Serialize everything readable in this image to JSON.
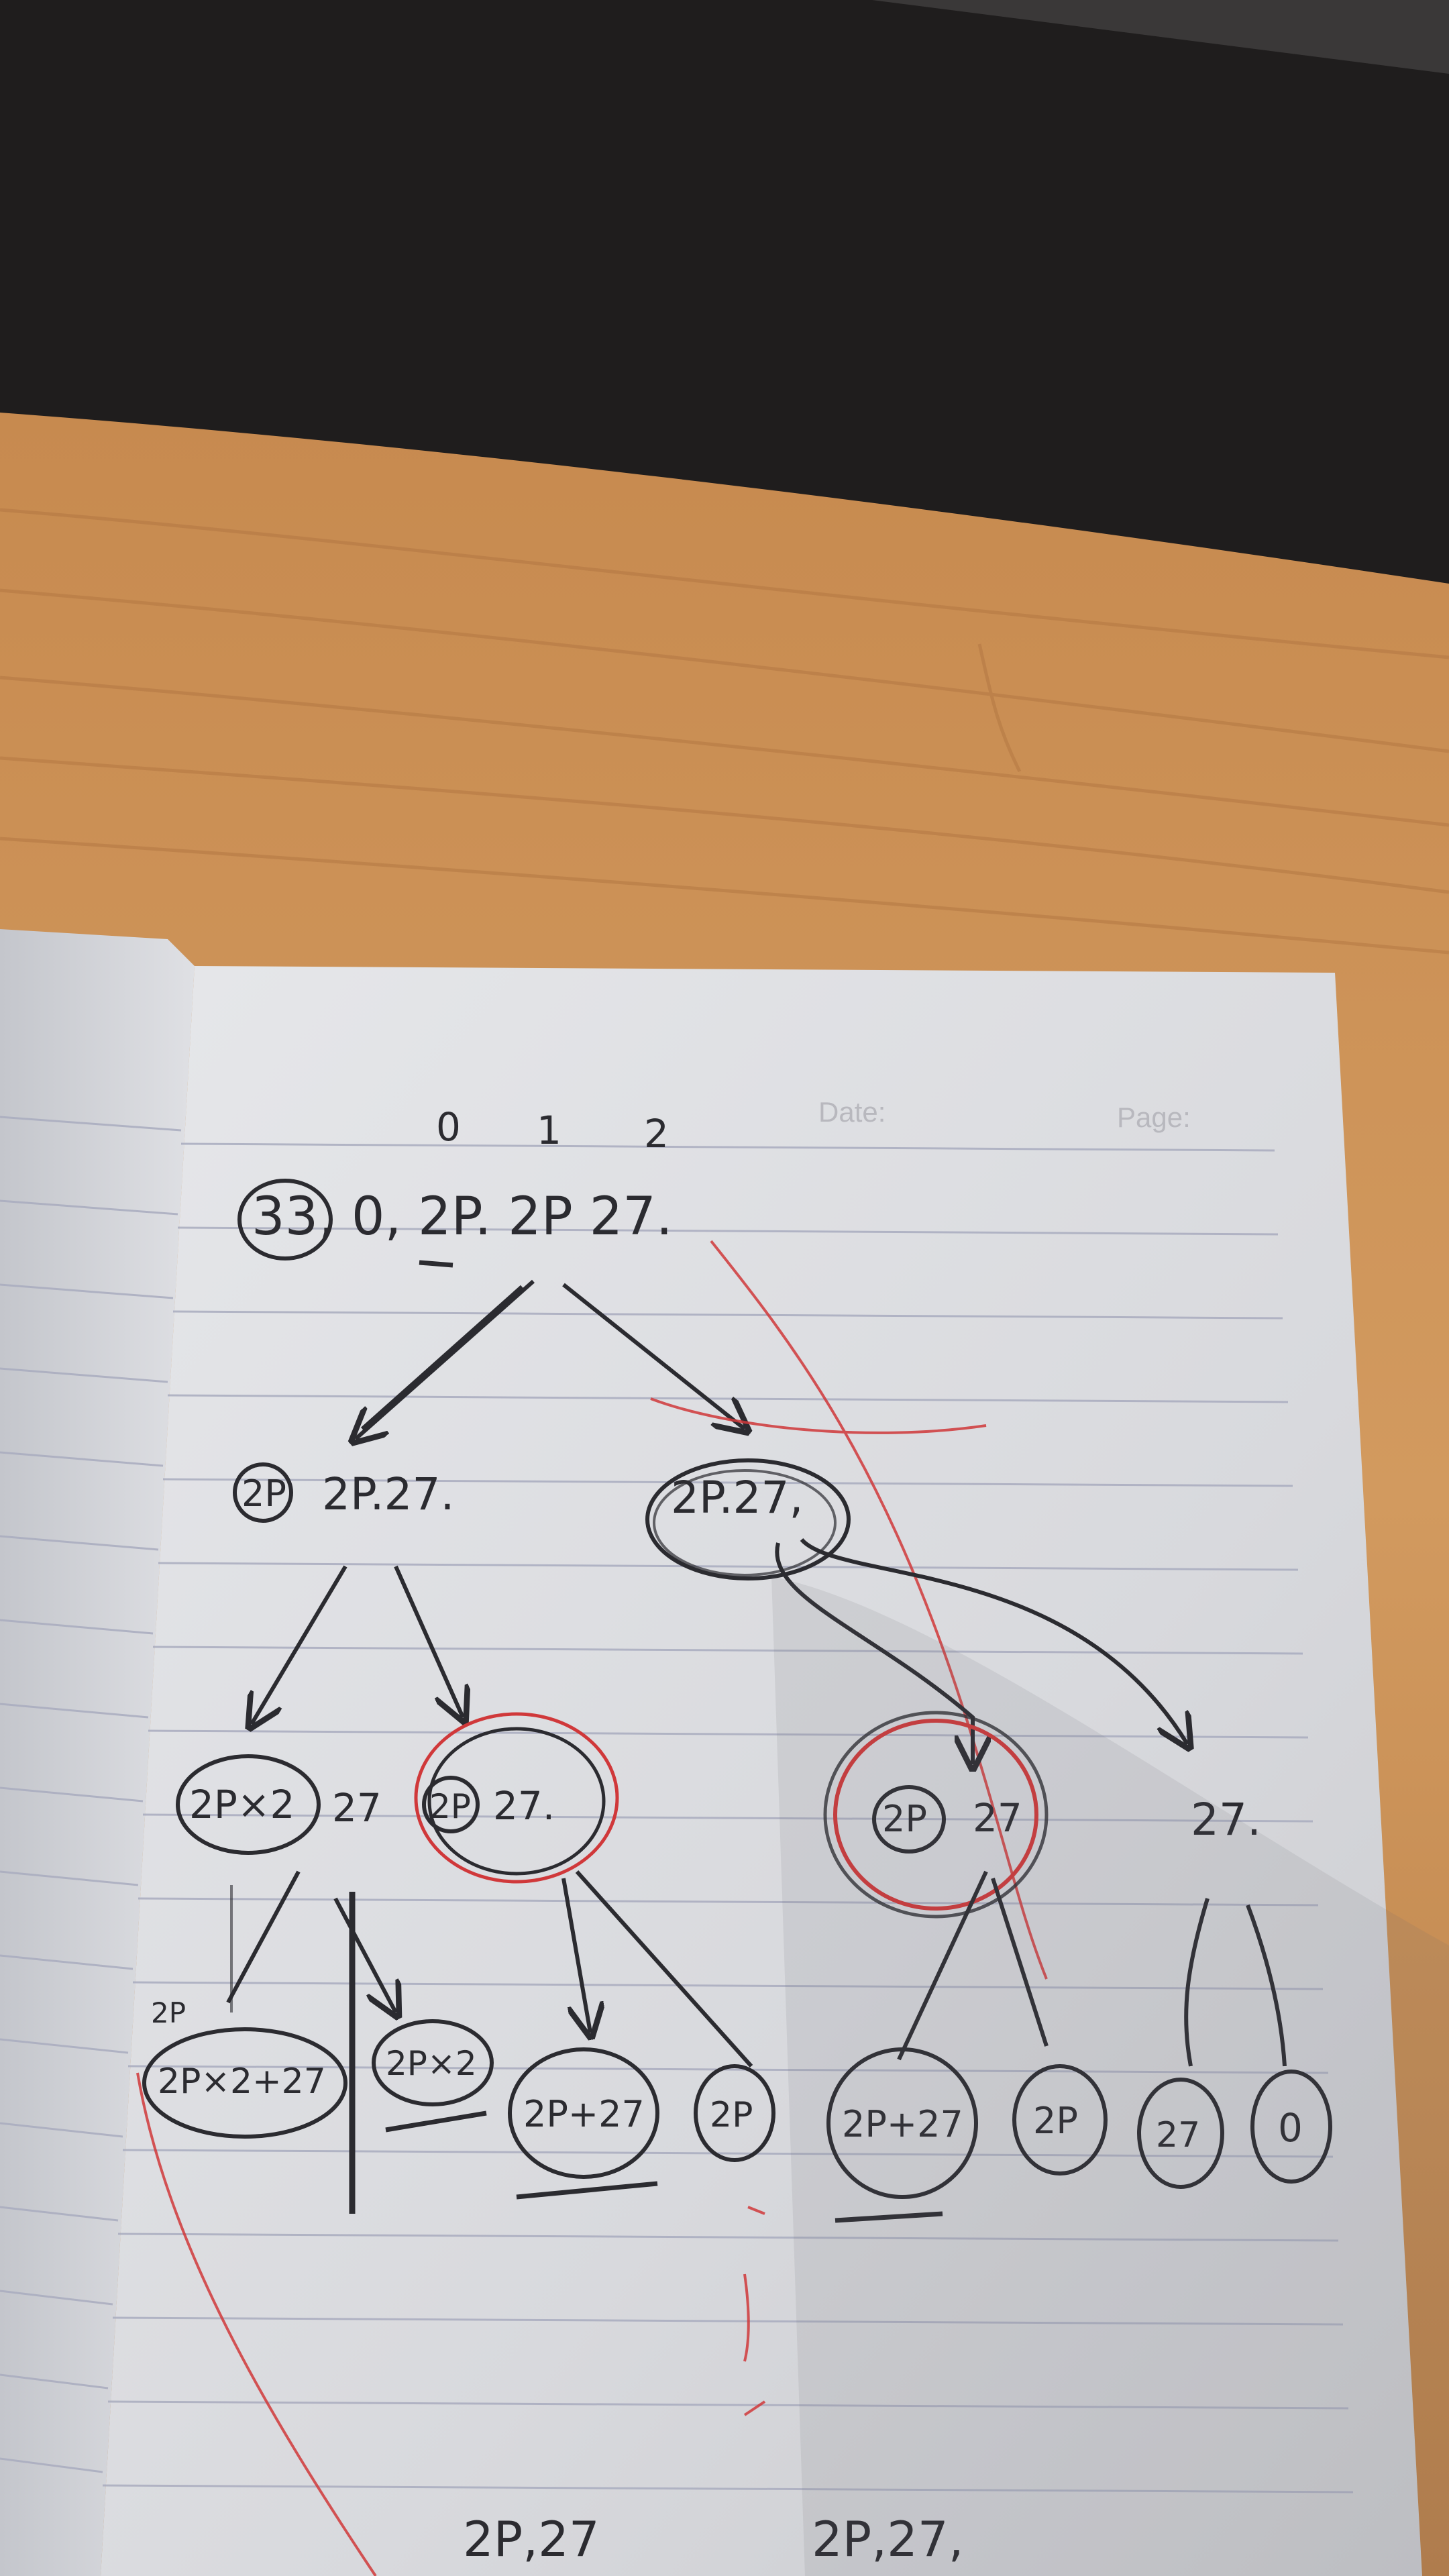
{
  "notebook": {
    "header": {
      "date_label": "Date:",
      "page_label": "Page:"
    },
    "top": {
      "indices": [
        "0",
        "1",
        "2"
      ],
      "sequence": "33, 0, 2P. 2P 27."
    },
    "level1": {
      "left": {
        "circled": "2P",
        "rest": "2P.27."
      },
      "right": {
        "circled": "2P.27,"
      }
    },
    "level2": [
      {
        "circled": "2P×2",
        "rest": "27"
      },
      {
        "circled": "2P",
        "rest": "27."
      },
      {
        "circled": "2P",
        "rest": "27"
      },
      {
        "rest": "27."
      }
    ],
    "leaves": [
      "2P×2+27",
      "2P×2",
      "2P+27",
      "2P",
      "2P+27",
      "2P",
      "27",
      "0"
    ],
    "leaf_annotation": "2P",
    "bottom": {
      "left": "2P,27",
      "right": "2P,27,"
    }
  },
  "colors": {
    "desk_top": "#1e1c1c",
    "wood": "#c98f55",
    "paper": "#dedfe2",
    "rule_line": "#a9acbf",
    "ink": "#2b2b30",
    "red_ink": "#d0383a"
  }
}
